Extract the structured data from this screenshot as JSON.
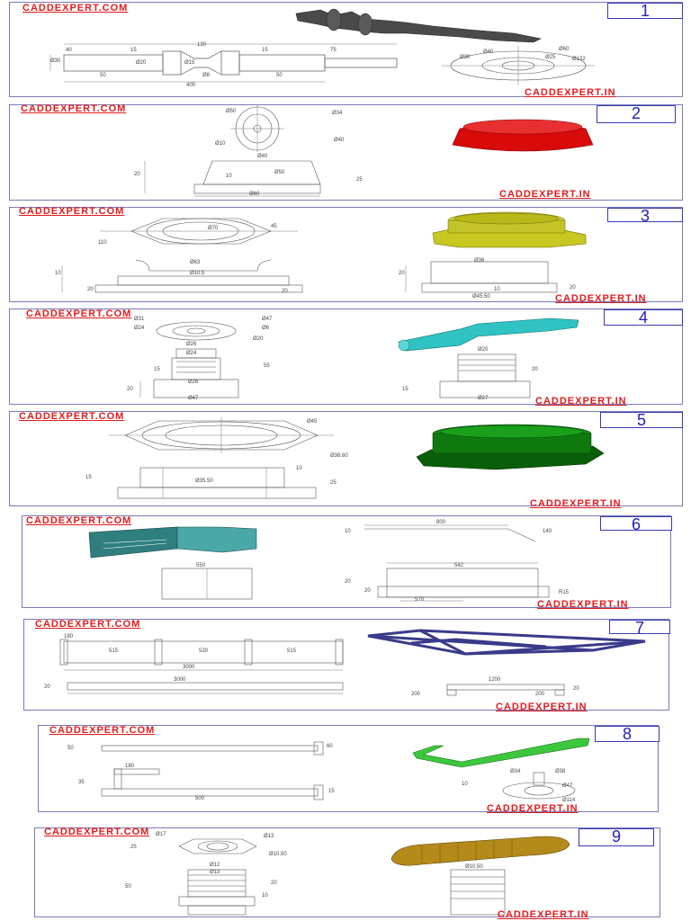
{
  "colors": {
    "header_text": "#e21b1b",
    "panel_border": "#7a7ab8",
    "number_text": "#2020b8",
    "part1": "#4a4a4a",
    "part2": "#d80a0a",
    "part3": "#c8c820",
    "part4": "#2fc3c3",
    "part5": "#0e7a0e",
    "part6": "#2f7f7f",
    "part7": "#3a3a8a",
    "part8": "#3cc83c",
    "part9": "#b48a1a"
  },
  "panels": [
    {
      "number": "1",
      "header": "CADDEXPERT.COM",
      "footer": "CADDEXPERT.IN",
      "dims": [
        "40",
        "15",
        "130",
        "15",
        "75",
        "Ø30",
        "Ø20",
        "Ø15",
        "Ø8",
        "50",
        "50",
        "400",
        "Ø30",
        "Ø40",
        "Ø60",
        "Ø25",
        "Ø132"
      ]
    },
    {
      "number": "2",
      "header": "CADDEXPERT.COM",
      "footer": "CADDEXPERT.IN",
      "dims": [
        "Ø50",
        "Ø34",
        "Ø10",
        "Ø40",
        "Ø40",
        "20",
        "10",
        "Ø50",
        "25",
        "Ø60"
      ]
    },
    {
      "number": "3",
      "header": "CADDEXPERT.COM",
      "footer": "CADDEXPERT.IN",
      "dims": [
        "110",
        "45",
        "Ø70",
        "Ø63",
        "Ø10.5",
        "10",
        "20",
        "20",
        "Ø36",
        "Ø45.50",
        "20",
        "20",
        "10"
      ]
    },
    {
      "number": "4",
      "header": "CADDEXPERT.COM",
      "footer": "CADDEXPERT.IN",
      "dims": [
        "Ø31",
        "Ø47",
        "Ø24",
        "Ø6",
        "Ø20",
        "Ø26",
        "Ø24",
        "Ø26",
        "Ø47",
        "55",
        "15",
        "20",
        "Ø20",
        "Ø27",
        "20",
        "15"
      ]
    },
    {
      "number": "5",
      "header": "CADDEXPERT.COM",
      "footer": "CADDEXPERT.IN",
      "dims": [
        "Ø45",
        "Ø38.60",
        "Ø35.50",
        "15",
        "10",
        "25"
      ]
    },
    {
      "number": "6",
      "header": "CADDEXPERT.COM",
      "footer": "CADDEXPERT.IN",
      "dims": [
        "800",
        "140",
        "550",
        "542",
        "10",
        "20",
        "20",
        "570",
        "R15"
      ]
    },
    {
      "number": "7",
      "header": "CADDEXPERT.COM",
      "footer": "CADDEXPERT.IN",
      "dims": [
        "180",
        "515",
        "520",
        "515",
        "3000",
        "3000",
        "1200",
        "200",
        "200",
        "20",
        "20"
      ]
    },
    {
      "number": "8",
      "header": "CADDEXPERT.COM",
      "footer": "CADDEXPERT.IN",
      "dims": [
        "50",
        "60",
        "Ø34",
        "Ø38",
        "180",
        "Ø47",
        "35",
        "500",
        "15",
        "Ø114",
        "10"
      ]
    },
    {
      "number": "9",
      "header": "CADDEXPERT.COM",
      "footer": "CADDEXPERT.IN",
      "dims": [
        "Ø17",
        "Ø13",
        "25",
        "Ø10.50",
        "Ø12",
        "Ø13",
        "50",
        "20",
        "10",
        "Ø10.50"
      ]
    }
  ]
}
